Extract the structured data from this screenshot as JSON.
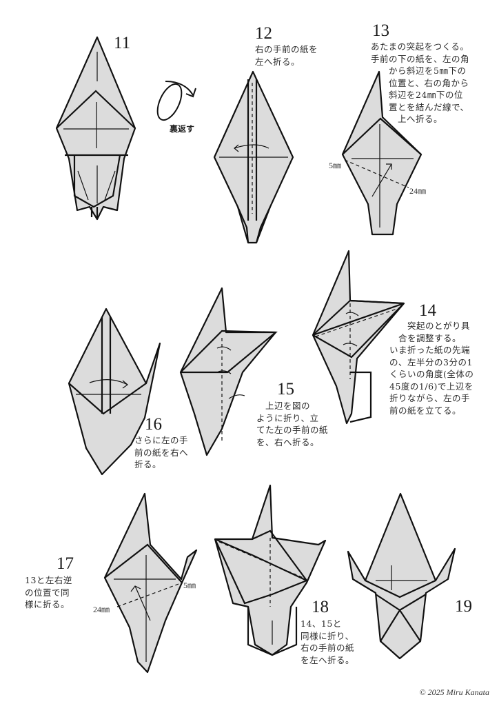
{
  "colors": {
    "paper_fill": "#dcdcdc",
    "line": "#111111",
    "background": "#ffffff"
  },
  "steps": [
    {
      "number": "11",
      "text": ""
    },
    {
      "number": "12",
      "text": "右の手前の紙を\n左へ折る。"
    },
    {
      "number": "13",
      "text": "あたまの突起をつくる。\n手前の下の紙を、左の角\n　　から斜辺を5㎜下の\n　　位置と、右の角から\n　　斜辺を24㎜下の位\n　　置とを結んだ線で、\n　　　上へ折る。"
    },
    {
      "number": "14",
      "text": "　　突起のとがり具\n　合を調整する。\nいま折った紙の先端\nの、左半分の3分の1\nくらいの角度(全体の\n45度の1/6)で上辺を\n折りながら、左の手\n前の紙を立てる。"
    },
    {
      "number": "15",
      "text": "　上辺を図の\nように折り、立\nてた左の手前の紙\nを、右へ折る。"
    },
    {
      "number": "16",
      "text": "さらに左の手\n前の紙を右へ\n折る。"
    },
    {
      "number": "17",
      "text": "13と左右逆\nの位置で同\n様に折る。"
    },
    {
      "number": "18",
      "text": "14、15と\n同様に折り、\n右の手前の紙\nを左へ折る。"
    },
    {
      "number": "19",
      "text": ""
    }
  ],
  "turn_over": {
    "label": "裏返す",
    "icon": "turn-over-arrow-icon"
  },
  "measurements": {
    "step13_left": "5㎜",
    "step13_right": "24㎜",
    "step17_right": "5㎜",
    "step17_left": "24㎜"
  },
  "copyright": "© 2025 Miru Kanata"
}
